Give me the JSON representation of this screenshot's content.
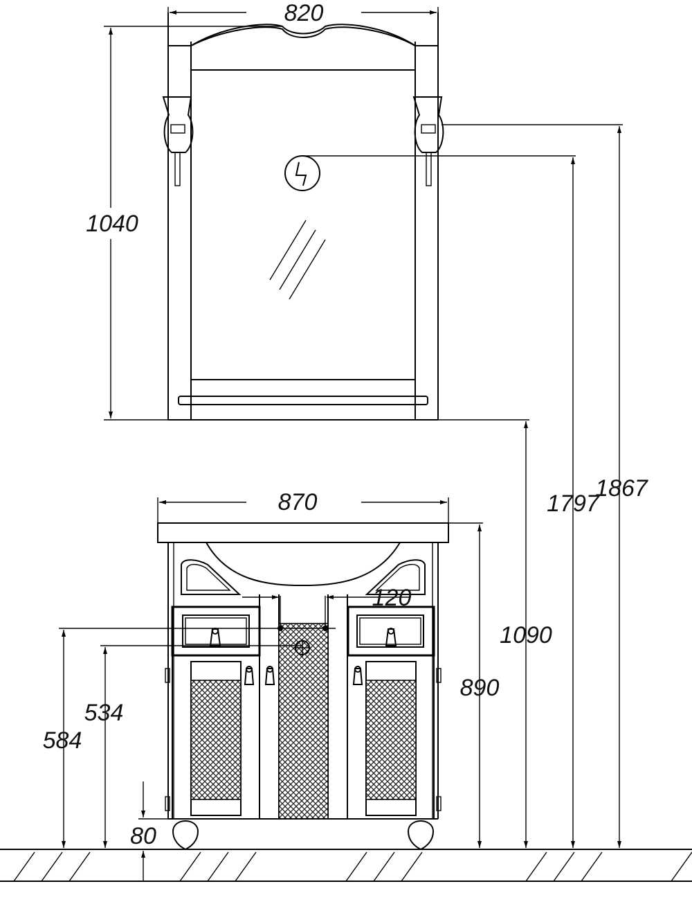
{
  "dimensions": {
    "mirror_width": "820",
    "mirror_height": "1040",
    "cabinet_width": "870",
    "cabinet_height": "890",
    "mirror_bottom_height": "1090",
    "socket_height": "1797",
    "lamp_height": "1867",
    "drain_offset": "120",
    "inlet_height_584": "584",
    "inlet_height_534": "534",
    "leg_height": "80"
  },
  "symbols": {
    "socket": "lightning-socket-icon"
  }
}
